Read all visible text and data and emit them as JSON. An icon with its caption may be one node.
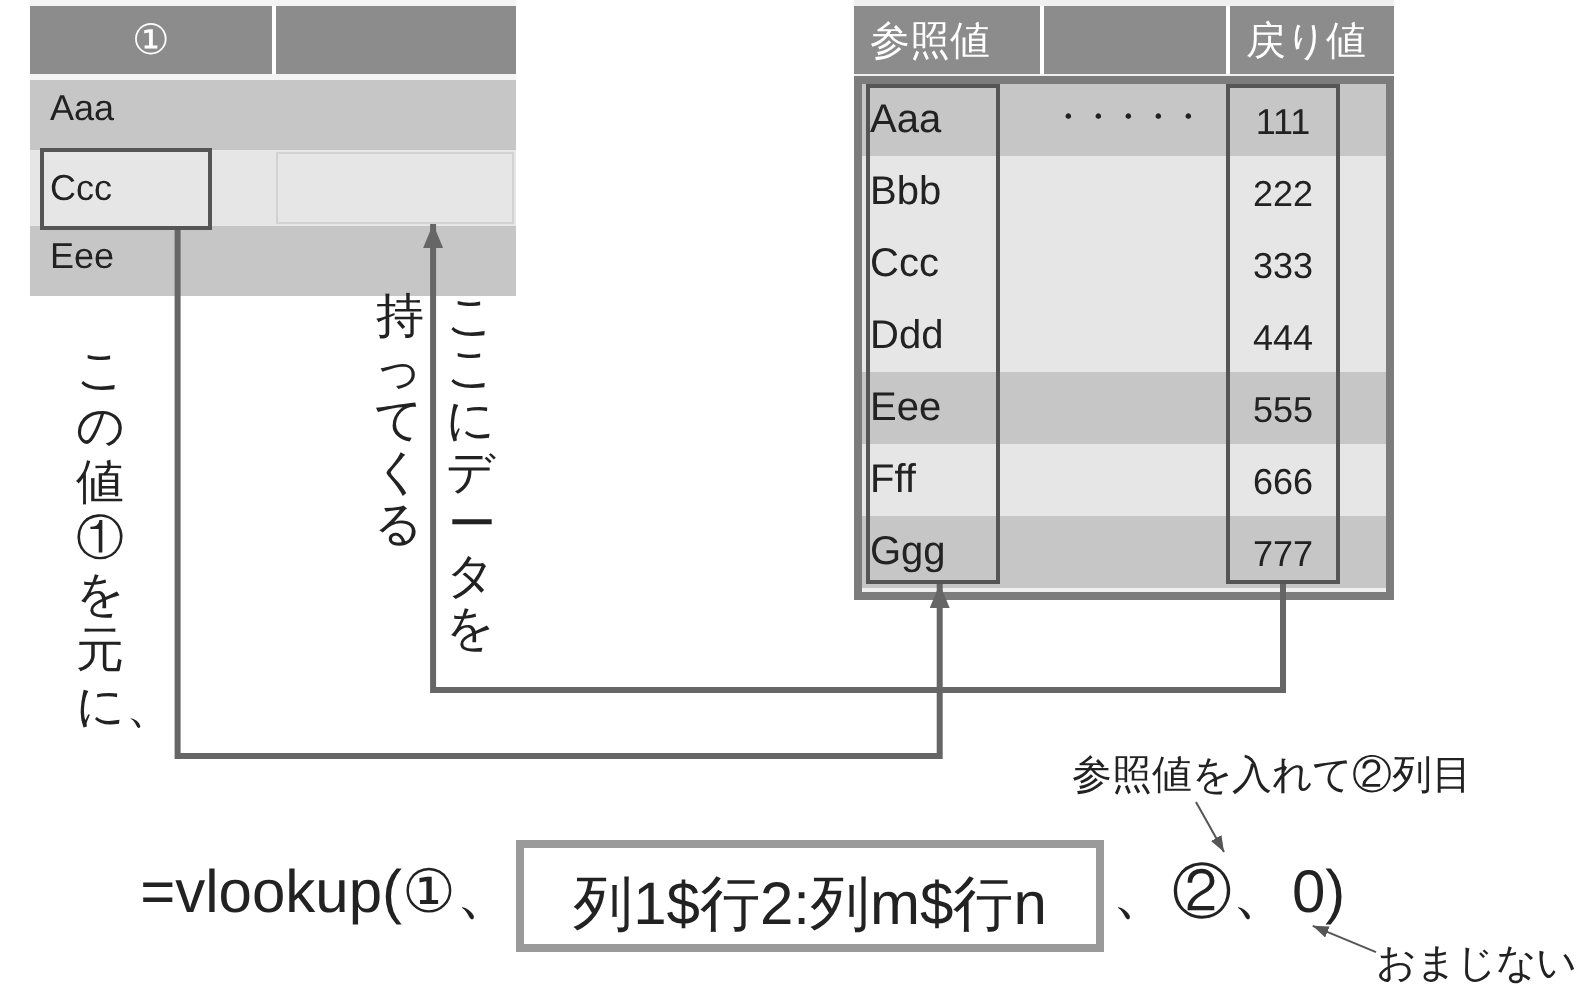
{
  "diagram": {
    "nodes": [
      {
        "text": [
          "①",
          "Aaa",
          "Eee"
        ]
      },
      {
        "text": [
          "Ccc"
        ],
        "in": 0
      },
      {
        "text": [],
        "shape": "box",
        "in": 0
      },
      {
        "text": [
          "参照値",
          "戻り値",
          "・・・・・"
        ]
      },
      {
        "text": [
          "Aaa",
          "Bbb",
          "Ccc",
          "Ddd",
          "Eee",
          "Fff",
          "Ggg"
        ],
        "in": 3
      },
      {
        "text": [
          "111",
          "222",
          "333",
          "444",
          "555",
          "666",
          "777"
        ],
        "in": 3
      },
      {
        "text": [
          "列1$行2:列m$行n"
        ]
      },
      {
        "text": [
          "参照値を入れて②列目"
        ]
      },
      {
        "text": [
          "おまじない"
        ]
      },
      {
        "text": [
          "、②、0)"
        ]
      }
    ],
    "edges": [
      {
        "from": 1,
        "to": 4,
        "arrow": "to",
        "style": "thick"
      },
      {
        "from": 5,
        "to": 2,
        "arrow": "to",
        "style": "thick"
      },
      {
        "from": 7,
        "to": 9,
        "arrow": "to"
      },
      {
        "from": 8,
        "to": 9,
        "arrow": "to"
      }
    ],
    "labels": [
      "この値①を元に、",
      "ここにデータを持ってくる",
      "=vlookup(①、"
    ]
  }
}
